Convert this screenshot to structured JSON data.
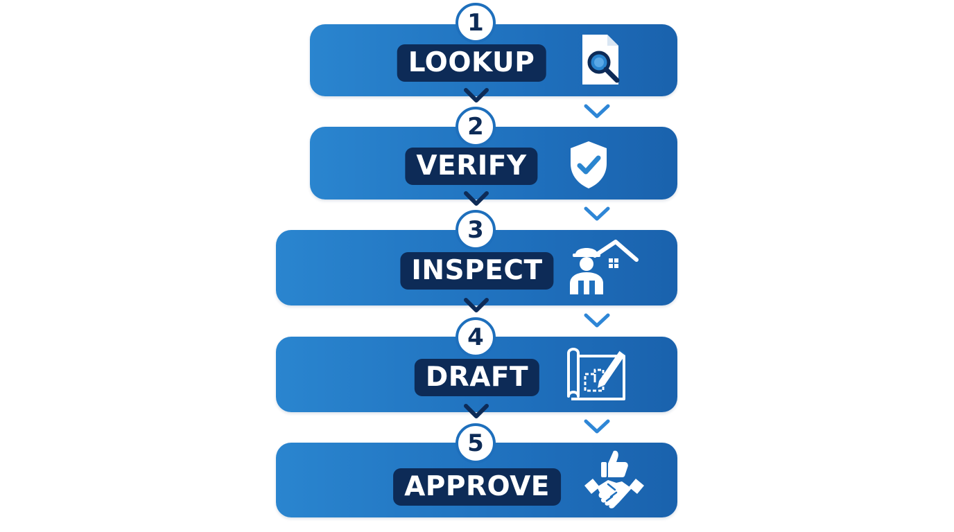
{
  "diagram": {
    "steps": [
      {
        "number": "1",
        "label": "LOOKUP",
        "icon": "document-search-icon"
      },
      {
        "number": "2",
        "label": "VERIFY",
        "icon": "shield-check-icon"
      },
      {
        "number": "3",
        "label": "INSPECT",
        "icon": "inspector-house-icon"
      },
      {
        "number": "4",
        "label": "DRAFT",
        "icon": "blueprint-pencil-icon"
      },
      {
        "number": "5",
        "label": "APPROVE",
        "icon": "thumbs-up-handshake-icon"
      }
    ],
    "colors": {
      "card": "#1f70bd",
      "label_bg": "#0d2b57",
      "number_ring": "#1e6fbc",
      "chevron": "#2e86d6",
      "connector": "#0d2b57"
    }
  }
}
